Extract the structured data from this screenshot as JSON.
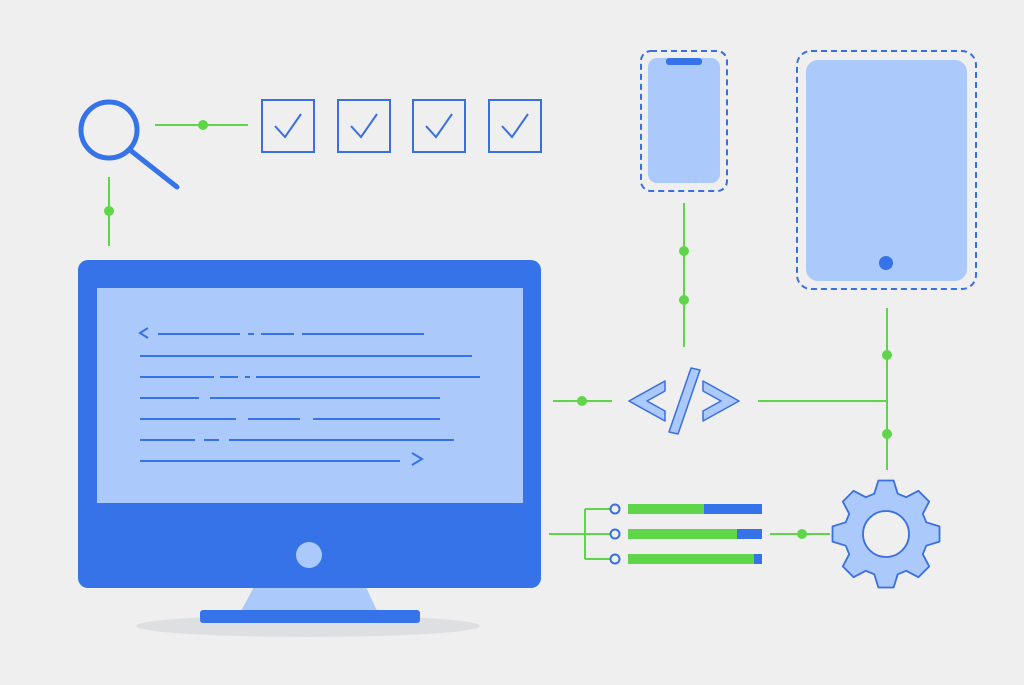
{
  "illustration": {
    "theme": "web development across devices",
    "colors": {
      "background": "#efefef",
      "primary_blue": "#3672e8",
      "light_blue": "#abc9fa",
      "green": "#5fd64a",
      "outline_blue": "#3a6fe0",
      "shadow": "#dedfe3"
    },
    "icons": [
      "magnifier-icon",
      "checkbox-checked-icon",
      "code-brackets-icon",
      "gear-icon",
      "smartphone-icon",
      "tablet-icon",
      "desktop-monitor-icon",
      "progress-bars-icon"
    ],
    "checklist": {
      "count": 4,
      "all_checked": true
    },
    "progress_bars": [
      {
        "fill": 0.57
      },
      {
        "fill": 0.81
      },
      {
        "fill": 0.94
      }
    ]
  }
}
